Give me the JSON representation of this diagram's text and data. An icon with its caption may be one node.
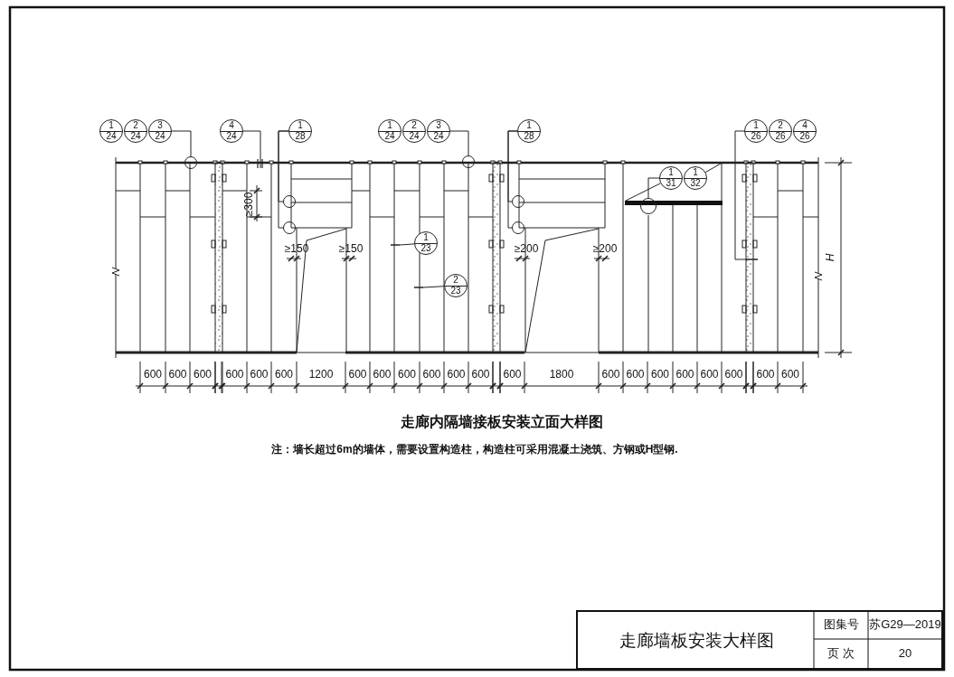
{
  "diagram": {
    "title": "走廊内隔墙接板安装立面大样图",
    "nodes": [
      {
        "text": [
          "1",
          "24"
        ]
      },
      {
        "text": [
          "2",
          "24"
        ]
      },
      {
        "text": [
          "3",
          "24"
        ]
      },
      {
        "text": [
          "4",
          "24"
        ]
      },
      {
        "text": [
          "1",
          "28"
        ]
      },
      {
        "text": [
          "1",
          "24"
        ]
      },
      {
        "text": [
          "2",
          "24"
        ]
      },
      {
        "text": [
          "3",
          "24"
        ]
      },
      {
        "text": [
          "1",
          "28"
        ]
      },
      {
        "text": [
          "1",
          "31"
        ]
      },
      {
        "text": [
          "1",
          "32"
        ]
      },
      {
        "text": [
          "1",
          "26"
        ]
      },
      {
        "text": [
          "2",
          "26"
        ]
      },
      {
        "text": [
          "4",
          "26"
        ]
      },
      {
        "text": [
          "1",
          "23"
        ]
      },
      {
        "text": [
          "2",
          "23"
        ]
      },
      {
        "text": [],
        "shape": "circle"
      },
      {
        "text": [],
        "shape": "circle"
      },
      {
        "text": [],
        "shape": "circle"
      },
      {
        "text": [],
        "shape": "circle"
      },
      {
        "text": [],
        "shape": "circle"
      },
      {
        "text": [],
        "shape": "circle"
      },
      {
        "text": [],
        "shape": "circle"
      },
      {
        "text": [],
        "shape": "bar"
      }
    ],
    "edges": [
      {
        "from": 2,
        "to": 16,
        "arrow": "none"
      },
      {
        "from": 3,
        "to": null,
        "arrow": "none"
      },
      {
        "from": 4,
        "to": 18,
        "arrow": "none"
      },
      {
        "from": 4,
        "to": 19,
        "arrow": "none"
      },
      {
        "from": 7,
        "to": 17,
        "arrow": "none"
      },
      {
        "from": 8,
        "to": 20,
        "arrow": "none"
      },
      {
        "from": 8,
        "to": 21,
        "arrow": "none"
      },
      {
        "from": 9,
        "to": 22,
        "arrow": "none"
      },
      {
        "from": 9,
        "to": 23,
        "arrow": "none"
      },
      {
        "from": 10,
        "to": null,
        "arrow": "none"
      },
      {
        "from": 11,
        "to": null,
        "arrow": "none"
      },
      {
        "from": 14,
        "to": null,
        "arrow": "none"
      },
      {
        "from": 15,
        "to": null,
        "arrow": "none"
      }
    ],
    "labels": [
      "≥300",
      "≥150",
      "≥150",
      "≥200",
      "≥200",
      "H",
      "600",
      "600",
      "600",
      "600",
      "600",
      "600",
      "1200",
      "600",
      "600",
      "600",
      "600",
      "600",
      "600",
      "600",
      "1800",
      "600",
      "600",
      "600",
      "600",
      "600",
      "600",
      "600",
      "600",
      "注：墙长超过6m的墙体，需要设置构造柱，构造柱可采用混凝土浇筑、方钢或H型钢.",
      "走廊墙板安装大样图",
      "图集号",
      "苏G29—2019",
      "页 次",
      "20"
    ]
  }
}
